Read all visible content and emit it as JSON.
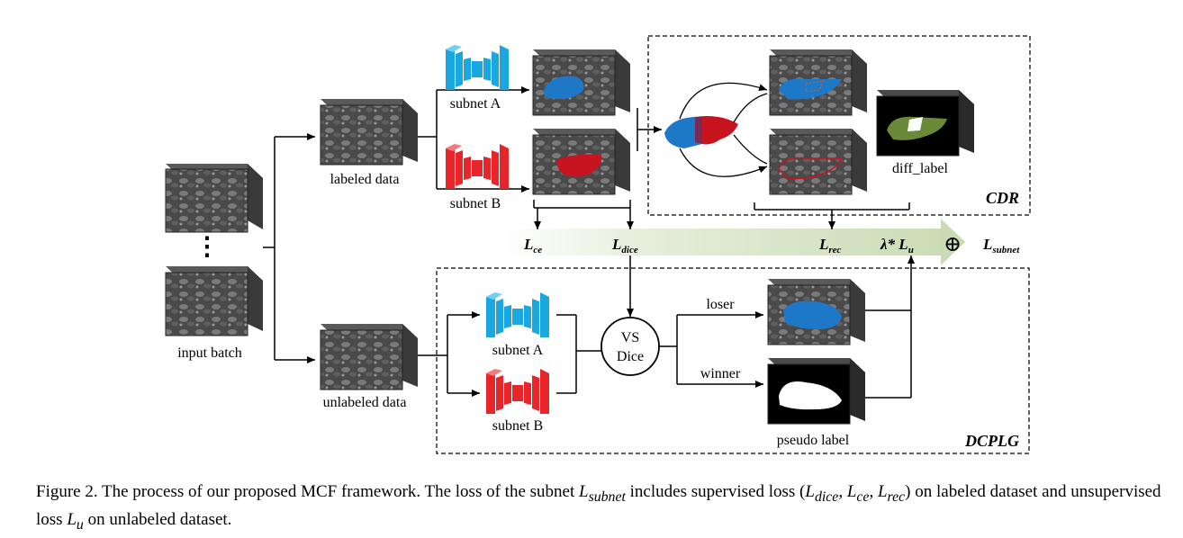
{
  "labels": {
    "input_batch": "input batch",
    "labeled_data": "labeled data",
    "unlabeled_data": "unlabeled data",
    "subnet_a": "subnet A",
    "subnet_b": "subnet B",
    "diff_label": "diff_label",
    "loser": "loser",
    "winner": "winner",
    "pseudo_label": "pseudo label",
    "vs": "VS",
    "dice": "Dice",
    "cdr": "CDR",
    "dcplg": "DCPLG",
    "dots": "⋮"
  },
  "losses": {
    "l_ce": {
      "main": "L",
      "sub": "ce"
    },
    "l_dice": {
      "main": "L",
      "sub": "dice"
    },
    "l_rec": {
      "main": "L",
      "sub": "rec"
    },
    "lambda_lu": {
      "main": "λ* L",
      "sub": "u"
    },
    "oplus": "⊕",
    "l_subnet": {
      "main": "L",
      "sub": "subnet"
    }
  },
  "caption": {
    "prefix": "Figure 2.  The process of our proposed MCF framework.  The loss of the subnet ",
    "subnet_main": "L",
    "subnet_sub": "subnet",
    "mid1": " includes supervised loss (",
    "dice_main": "L",
    "dice_sub": "dice",
    "sep1": ", ",
    "ce_main": "L",
    "ce_sub": "ce",
    "sep2": ", ",
    "rec_main": "L",
    "rec_sub": "rec",
    "mid2": ") on labeled dataset and unsupervised loss ",
    "u_main": "L",
    "u_sub": "u",
    "suffix": " on unlabeled dataset."
  },
  "colors": {
    "subnet_a": "#1aa7e0",
    "subnet_b": "#e8262a",
    "mask_blue": "#1e78c8",
    "mask_red": "#c8141e",
    "diff_green": "#6a8a3a",
    "loss_band": "#dde8cf"
  }
}
